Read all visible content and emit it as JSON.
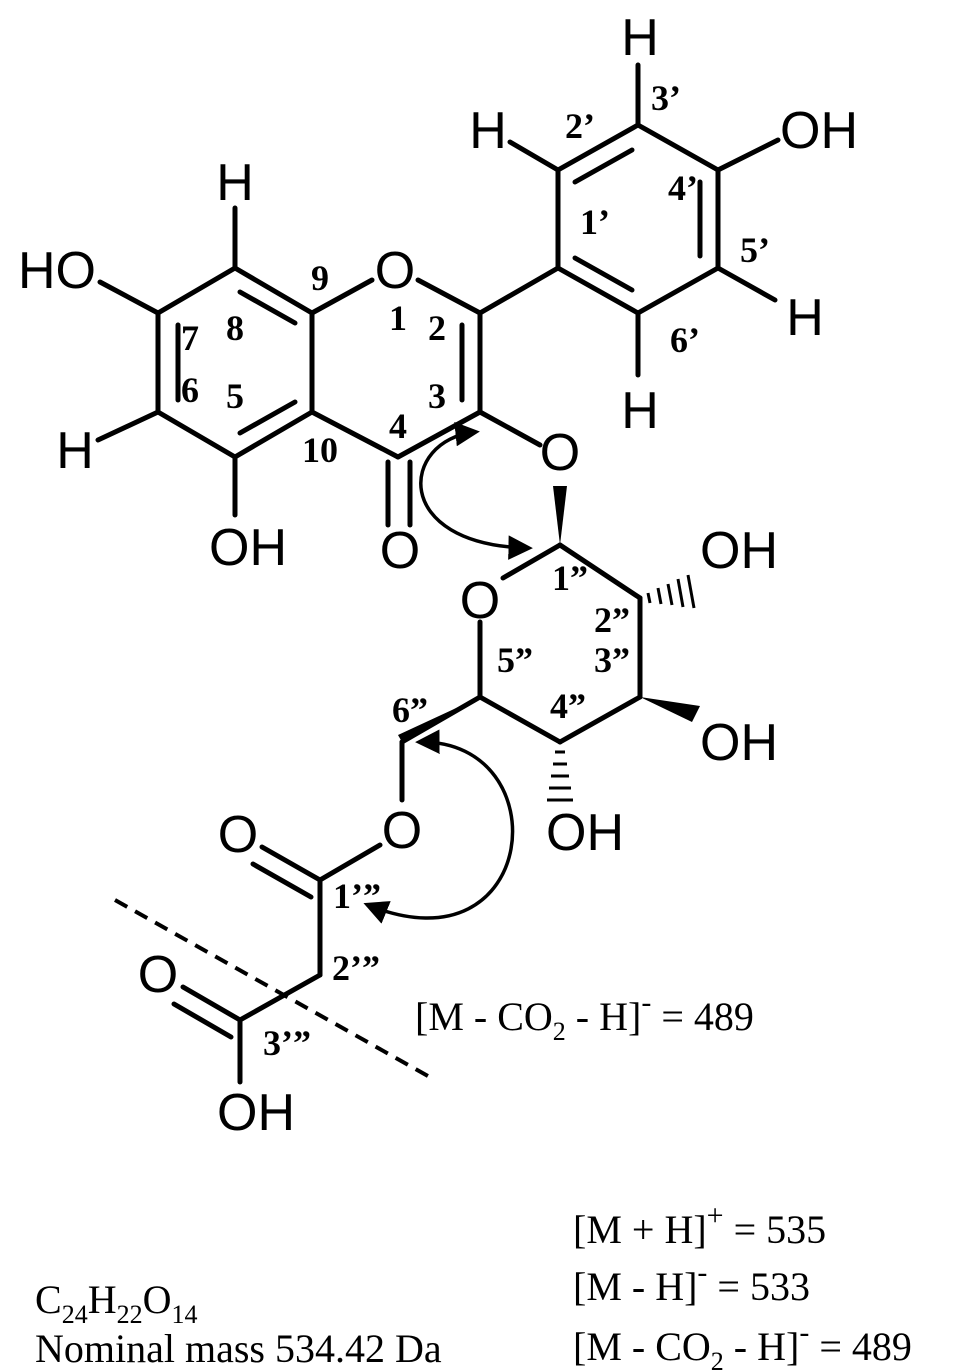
{
  "atoms": {
    "h_8": "H",
    "ho_7": "HO",
    "o_1": "O",
    "h_6": "H",
    "oh_5": "OH",
    "o_4": "O",
    "h_3p": "H",
    "h_2p": "H",
    "oh_4p": "OH",
    "h_5p": "H",
    "h_6p": "H",
    "o_3": "O",
    "o_ring": "O",
    "oh_2pp": "OH",
    "oh_3pp": "OH",
    "oh_4pp": "OH",
    "o_ester": "O",
    "o_carbonyl_1": "O",
    "o_carbonyl_3": "O",
    "oh_acid": "OH"
  },
  "position_labels": {
    "n1": "1",
    "n2": "2",
    "n3": "3",
    "n4": "4",
    "n5": "5",
    "n6": "6",
    "n7": "7",
    "n8": "8",
    "n9": "9",
    "n10": "10",
    "p1": "1’",
    "p2": "2’",
    "p3": "3’",
    "p4": "4’",
    "p5": "5’",
    "p6": "6’",
    "pp1": "1”",
    "pp2": "2”",
    "pp3": "3”",
    "pp4": "4”",
    "pp5": "5”",
    "pp6": "6”",
    "ppp1": "1’”",
    "ppp2": "2’”",
    "ppp3": "3’”"
  },
  "fragment_annotation": {
    "prefix": "[M - CO",
    "co2_subscript": "2",
    "middle": " - H]",
    "charge": "-",
    "value": " = 489"
  },
  "formula": {
    "c": "C",
    "c_count": "24",
    "h": "H",
    "h_count": "22",
    "o": "O",
    "o_count": "14"
  },
  "nominal_mass": "Nominal mass 534.42 Da",
  "ions": {
    "pos": {
      "text": "[M + H]",
      "charge": "+",
      "value": " = 535"
    },
    "neg": {
      "text": "[M - H]",
      "charge": "-",
      "value": " = 533"
    },
    "loss": {
      "prefix": "[M - CO",
      "sub": "2",
      "middle": " - H]",
      "charge": "-",
      "value": " = 489"
    }
  }
}
